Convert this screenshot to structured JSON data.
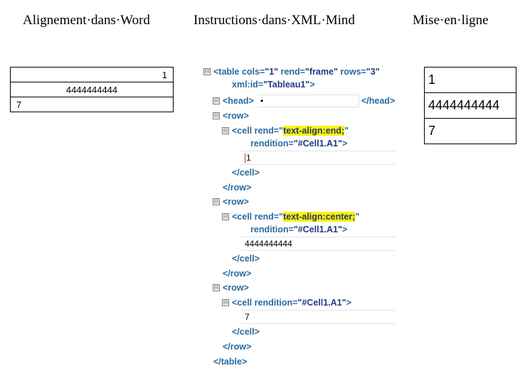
{
  "columns": {
    "word_title": "Alignement·dans·Word",
    "xml_title": "Instructions·dans·XML·Mind",
    "rendu_title": "Mise·en·ligne"
  },
  "word_table": {
    "rows": [
      "1",
      "4444444444",
      "7"
    ],
    "alignments": [
      "right",
      "center",
      "left"
    ]
  },
  "rendu_table": {
    "rows": [
      "1",
      "4444444444",
      "7"
    ]
  },
  "xml_editor": {
    "toggle_symbol": "⊟",
    "table_open_1": "<table",
    "table_attr_cols": "cols=",
    "table_val_cols": "\"1\"",
    "table_attr_rend": "rend=",
    "table_val_rend": "\"frame\"",
    "table_attr_rows": "rows=",
    "table_val_rows": "\"3\"",
    "table_attr_id": "xml:id=",
    "table_val_id": "\"Tableau1\"",
    "table_close_bracket": ">",
    "head_open": "<head>",
    "head_content": "•",
    "head_close": "</head>",
    "row_open": "<row>",
    "row_close": "</row>",
    "cell_open": "<cell",
    "cell_close": "</cell>",
    "attr_rend": "rend=",
    "attr_rendition": "rendition=",
    "quote": "\"",
    "rend_end": "text-align:end;",
    "rend_center": "text-align:center;",
    "rendition_val": "\"#Cell1.A1\"",
    "cell1_value": "1",
    "cell2_value": "4444444444",
    "cell3_value": "7",
    "table_close": "</table>"
  }
}
